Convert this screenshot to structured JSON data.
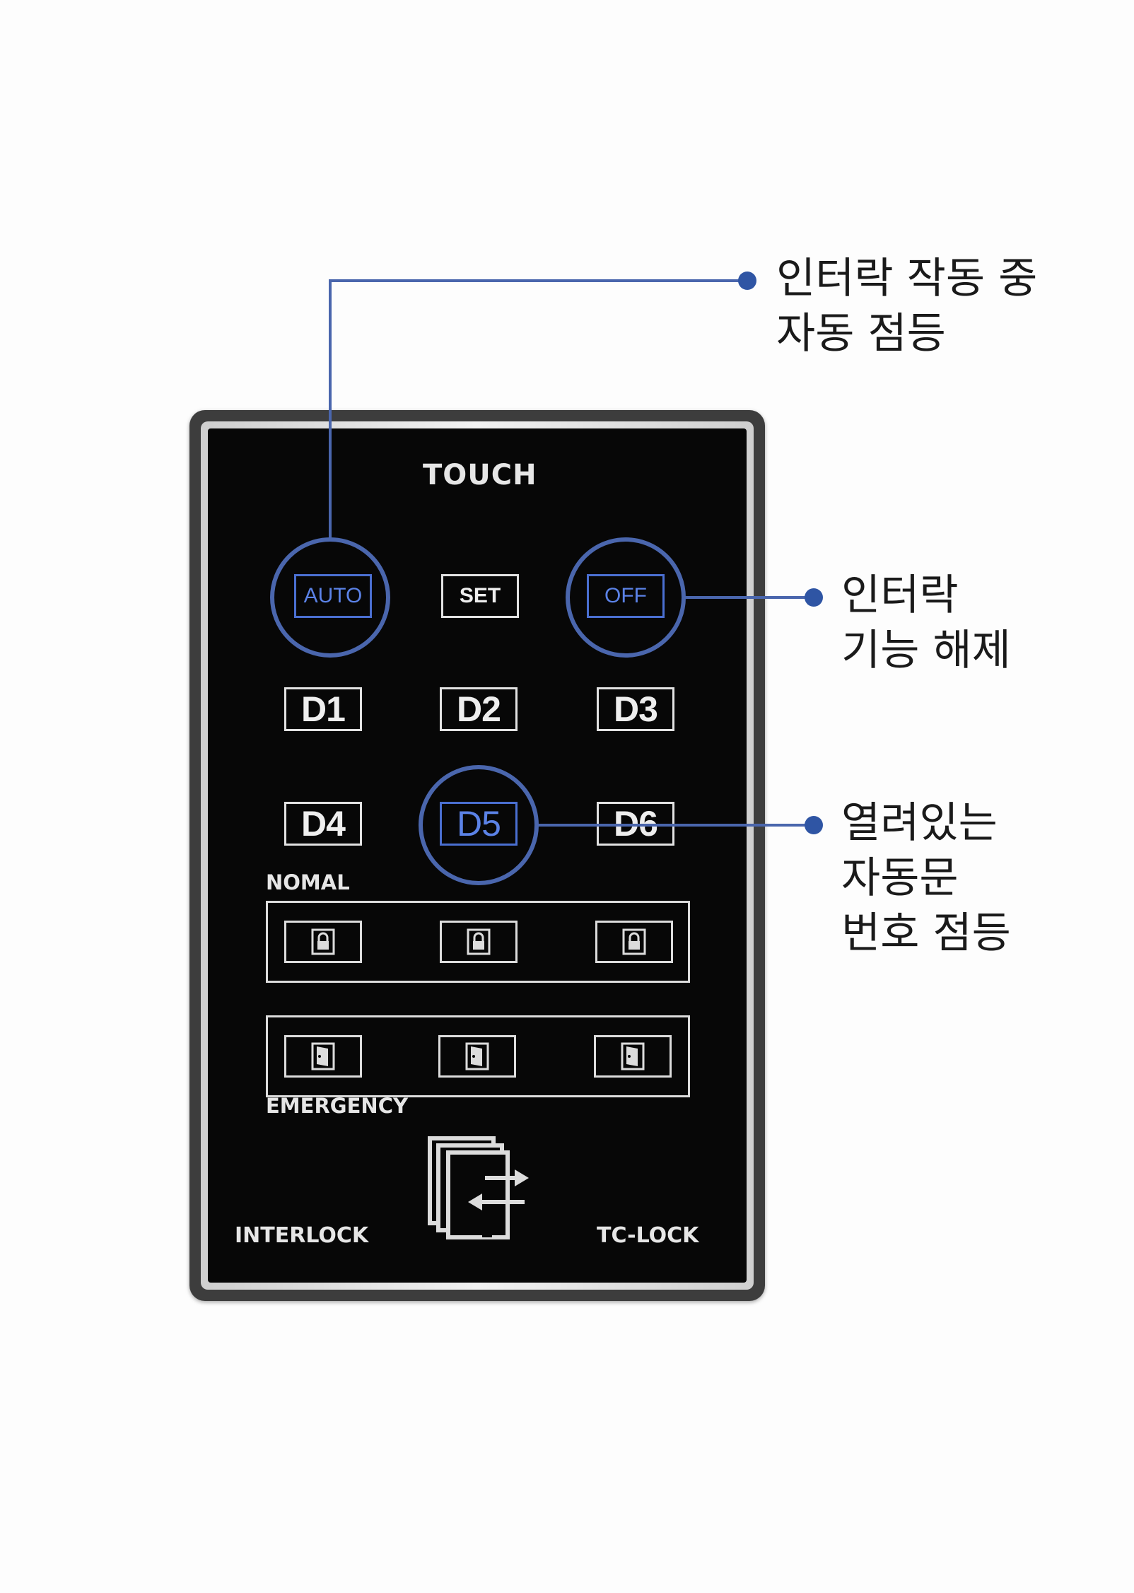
{
  "panel": {
    "header": "TOUCH",
    "mode_keys": {
      "auto": "AUTO",
      "set": "SET",
      "off": "OFF"
    },
    "door_keys": [
      "D1",
      "D2",
      "D3",
      "D4",
      "D5",
      "D6"
    ],
    "normal_label": "NOMAL",
    "emergency_label": "EMERGENCY",
    "interlock_label": "INTERLOCK",
    "tclock_label": "TC-LOCK"
  },
  "callouts": {
    "auto": [
      "인터락 작동 중",
      "자동 점등"
    ],
    "off": [
      "인터락",
      "기능 해제"
    ],
    "door": [
      "열려있는",
      "자동문",
      "번호 점등"
    ]
  },
  "colors": {
    "highlight": "#4a66ad",
    "lit_text": "#5b82e6",
    "callout_dot": "#2f55a4",
    "screen": "#070707",
    "panel_frame": "#3d3d3d"
  },
  "icons": {
    "normal_row": [
      "lock-icon",
      "lock-icon",
      "lock-icon"
    ],
    "emergency_row": [
      "door-icon",
      "door-icon",
      "door-icon"
    ],
    "center": "interlock-transfer-icon"
  }
}
